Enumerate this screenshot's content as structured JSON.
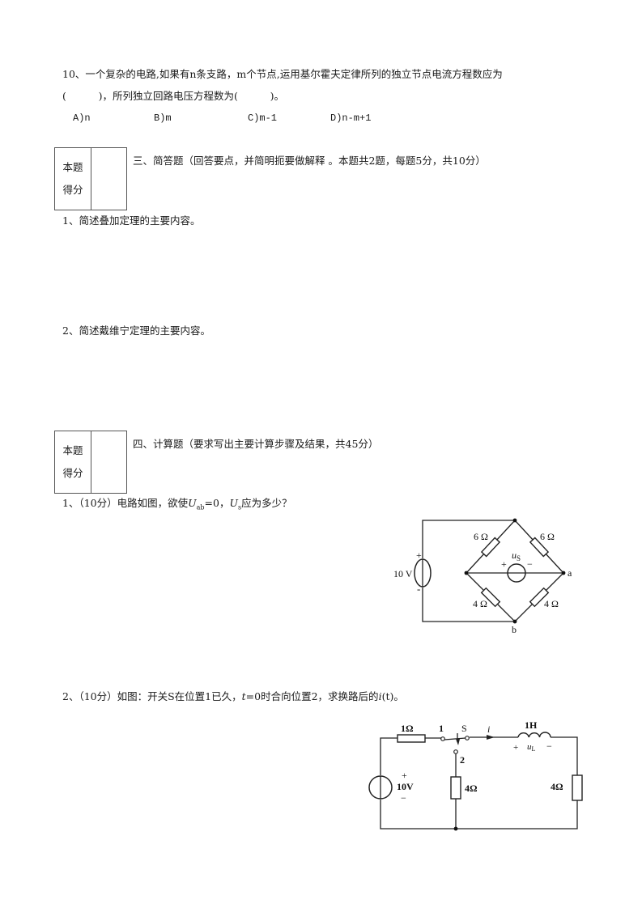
{
  "q10": {
    "line1": "10、一个复杂的电路,如果有n条支路，m个节点,运用基尔霍夫定律所列的独立节点电流方程数应为",
    "line2": "(          )，所列独立回路电压方程数为(          )。",
    "options": [
      "A)n",
      "B)m",
      "C)m-1",
      "D)n-m+1"
    ]
  },
  "section3": {
    "score_box": {
      "label_line1": "本题",
      "label_line2": "得分",
      "score": ""
    },
    "title": "三、简答题（回答要点，并简明扼要做解释 。本题共2题，每题5分，共10分）",
    "questions": [
      "1、简述叠加定理的主要内容。",
      "2、简述戴维宁定理的主要内容。"
    ]
  },
  "section4": {
    "score_box": {
      "label_line1": "本题",
      "label_line2": "得分",
      "score": ""
    },
    "title": "四、计算题（要求写出主要计算步骤及结果，共45分）",
    "q1": {
      "prefix": "1、（10分）电路如图，欲使",
      "u": "U",
      "sub_ab": "ab",
      "mid": "=0，",
      "sub_s": "s",
      "suffix": "应为多少？"
    },
    "q2": {
      "prefix": "2、（10分）如图：开关S在位置1已久，",
      "t": "t",
      "mid": "=0时合向位置2，求换路后的",
      "i": "i",
      "suffix": "(t)。"
    }
  },
  "circuit1": {
    "source_label": "10 V",
    "plus": "+",
    "minus": "-",
    "r_top_left": "6 Ω",
    "r_top_right": "6 Ω",
    "r_bottom_left": "4 Ω",
    "r_bottom_right": "4 Ω",
    "us_label": "u",
    "us_sub": "S",
    "us_plus": "+",
    "us_minus": "−",
    "node_a": "a",
    "node_b": "b"
  },
  "circuit2": {
    "r1": "1Ω",
    "switch_pos1": "1",
    "switch_label": "S",
    "switch_pos2": "2",
    "current_label": "i",
    "inductor": "1H",
    "ul_plus": "+",
    "ul_label": "u",
    "ul_sub": "L",
    "ul_minus": "−",
    "source_plus": "+",
    "source_label": "10V",
    "source_minus": "−",
    "r_middle": "4Ω",
    "r_right": "4Ω"
  }
}
